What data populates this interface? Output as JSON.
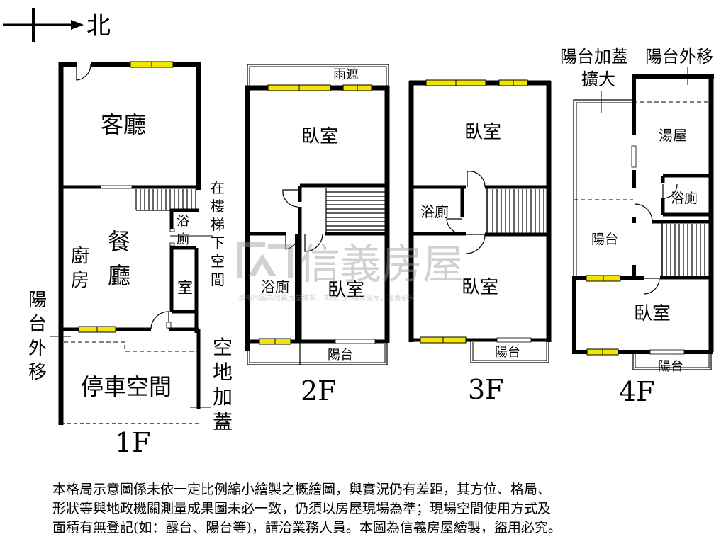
{
  "compass": {
    "label": "北"
  },
  "floors": {
    "f1": {
      "name": "1F",
      "rooms": {
        "living": "客廳",
        "kitchen_1": "廚",
        "kitchen_2": "房",
        "dining_1": "餐",
        "dining_2": "廳",
        "bath_1": "浴",
        "bath_2": "廁",
        "room": "室",
        "parking": "停車空間"
      },
      "notes": {
        "balcony_moved": [
          "陽",
          "台",
          "外",
          "移"
        ],
        "under_stairs": [
          "在",
          "樓",
          "梯",
          "下",
          "空",
          "間"
        ],
        "open_space_added": [
          "空",
          "地",
          "加",
          "蓋"
        ]
      }
    },
    "f2": {
      "name": "2F",
      "rooms": {
        "canopy": "雨遮",
        "bedroom_top": "臥室",
        "bath": "浴廁",
        "bedroom_bottom": "臥室",
        "balcony": "陽台"
      }
    },
    "f3": {
      "name": "3F",
      "rooms": {
        "bedroom_top": "臥室",
        "bath": "浴廁",
        "bedroom_bottom": "臥室",
        "balcony": "陽台"
      }
    },
    "f4": {
      "name": "4F",
      "rooms": {
        "balcony_added": "陽台加蓋",
        "expanded": "擴大",
        "balcony_moved": "陽台外移",
        "bath_room": "湯屋",
        "bath": "浴廁",
        "balcony": "陽台",
        "bedroom": "臥室",
        "balcony_bottom": "陽台"
      }
    }
  },
  "watermark": {
    "brand": "信義房屋",
    "note": "本格局圖為信義房屋繪製，未經允許請勿盜用，違者必究"
  },
  "disclaimer": [
    "本格局示意圖係未依一定比例縮小繪製之概繪圖，與實況仍有差距，其方位、格局、",
    "形狀等與地政機關測量成果圖未必一致，仍須以房屋現場為準；現場空間使用方式及",
    "面積有無登記(如：露台、陽台等)，請洽業務人員。本圖為信義房屋繪製，盜用必究。"
  ],
  "colors": {
    "wall": "#000000",
    "window_fill": "#f2e400",
    "watermark": "#9a9a9a"
  }
}
